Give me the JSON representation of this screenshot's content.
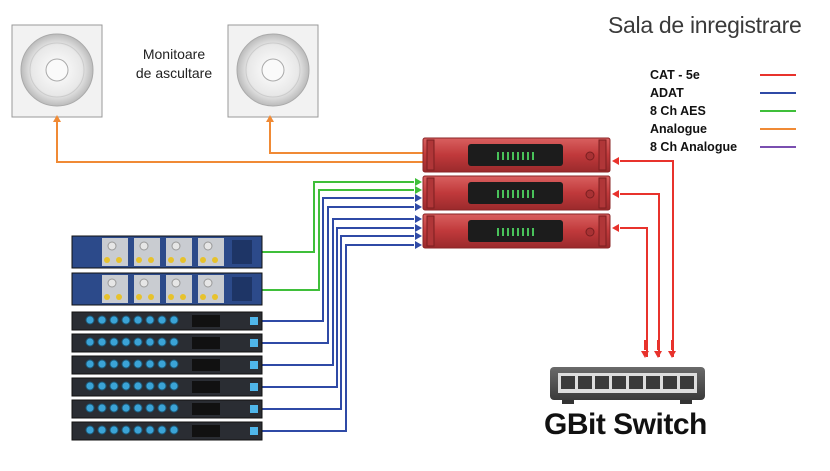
{
  "title": "Sala de inregistrare",
  "monitors": {
    "label_line1": "Monitoare",
    "label_line2": "de ascultare"
  },
  "legend": [
    {
      "label": "CAT - 5e",
      "color": "#e8322c"
    },
    {
      "label": "ADAT",
      "color": "#2f4aa6"
    },
    {
      "label": "8 Ch AES",
      "color": "#3fbf3a"
    },
    {
      "label": "Analogue",
      "color": "#f08a35"
    },
    {
      "label": "8 Ch Analogue",
      "color": "#7a4fb0"
    }
  ],
  "switch": {
    "label": "GBit Switch"
  }
}
